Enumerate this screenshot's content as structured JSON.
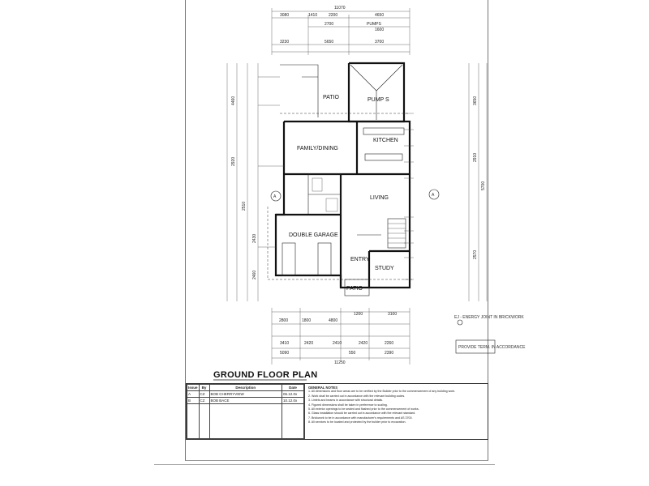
{
  "plan": {
    "title": "GROUND FLOOR PLAN",
    "rooms": {
      "patio_top": "PATIO",
      "pump": "PUMP S",
      "family": "FAMILY/DINING",
      "kitchen": "KITCHEN",
      "living": "LIVING",
      "garage": "DOUBLE GARAGE",
      "entry": "ENTRY",
      "study": "STUDY",
      "porch": "PATIO"
    },
    "top_dims": {
      "overall": "11070",
      "row1": [
        "3080",
        "1410",
        "2200",
        "4650"
      ],
      "row2": [
        "2700",
        "PUMPS",
        "1600"
      ],
      "row3": [
        "3230",
        "5650",
        "3700"
      ]
    },
    "bottom_dims": {
      "row1": [
        "2800",
        "1800",
        "4800",
        "1200",
        "3100"
      ],
      "row2": [
        "3410",
        "2420",
        "2410",
        "2420",
        "2260"
      ],
      "row3": [
        "5090",
        "550",
        "2390"
      ],
      "overall": "11250"
    },
    "left_dims": [
      "4460",
      "2920",
      "2510",
      "2430",
      "2460"
    ],
    "right_dims": [
      "3650",
      "2910",
      "5700",
      "2570"
    ],
    "stamp": "PROVIDE TERM. IN ACCORDANCE",
    "notes_right": "EJ - ENERGY JOINT IN BRICKWORK"
  },
  "revision_table": {
    "headers": [
      "Issue",
      "By",
      "Description",
      "Date"
    ],
    "rows": [
      [
        "A",
        "CZ",
        "BOB CHERRYVIEW",
        "06.12.0x"
      ],
      [
        "B",
        "CZ",
        "BOB BACE",
        "10.12.0x"
      ]
    ]
  },
  "notes": {
    "heading": "GENERAL NOTES",
    "items": [
      "1.  All dimensions and floor areas are to be verified by the Builder prior to the commencement of any building work.",
      "2.  Work shall be carried out in accordance with the relevant building codes.",
      "3.  Lintels and beams in accordance with structural details.",
      "4.  Figured dimensions shall be taken in preference to scaling.",
      "5.  All exterior openings to be sealed and flashed prior to the commencement of works.",
      "6.  Glass installation should be carried out in accordance with the relevant standard.",
      "7.  Brickwork to be in accordance with manufacturer's requirements and AS 3700.",
      "8.  All services to be located and protected by the builder prior to excavation."
    ]
  }
}
